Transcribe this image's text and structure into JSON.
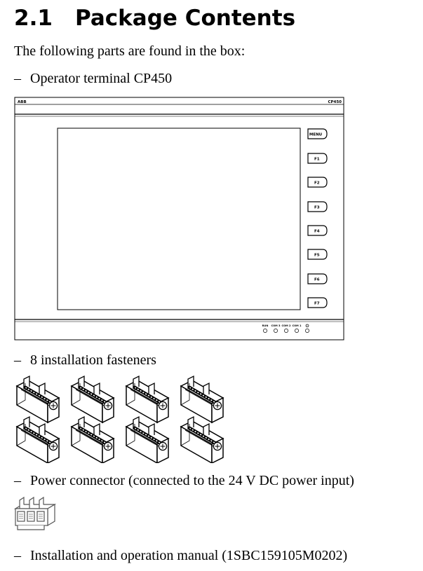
{
  "heading": {
    "number": "2.1",
    "title": "Package Contents"
  },
  "intro": "The following parts are found in the box:",
  "bullet": "–",
  "items": [
    {
      "text": "Operator terminal CP450"
    },
    {
      "text": "8 installation fasteners"
    },
    {
      "text": "Power connector (connected to the 24 V DC power input)"
    },
    {
      "text": "Installation and operation manual (1SBC159105M0202)"
    }
  ],
  "terminal": {
    "brand": "ABB",
    "model": "CP450",
    "keys": [
      "MENU",
      "F1",
      "F2",
      "F3",
      "F4",
      "F5",
      "F6",
      "F7"
    ],
    "leds": [
      "RUN",
      "COM 3",
      "COM 2",
      "COM 1",
      "⏻"
    ]
  },
  "fasteners_count": 8
}
